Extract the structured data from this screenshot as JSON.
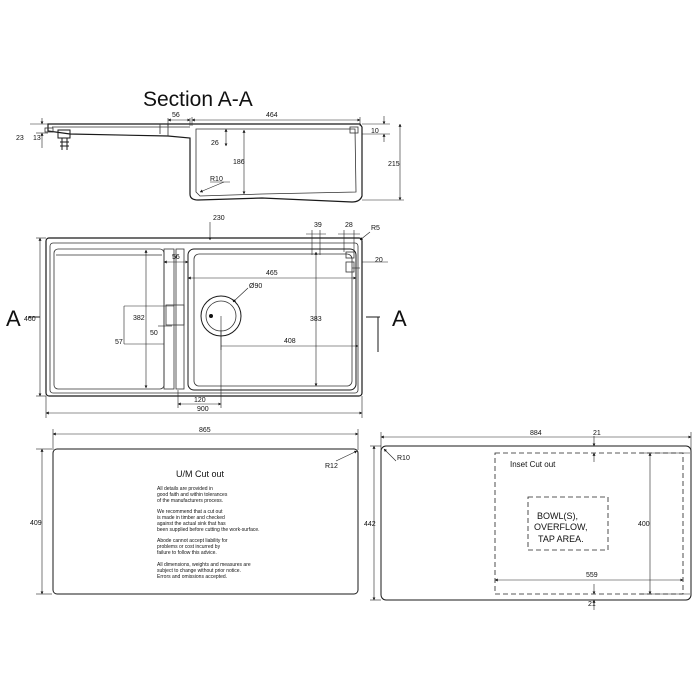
{
  "section": {
    "title": "Section A-A",
    "dims": {
      "d23": "23",
      "d13": "13",
      "d56": "56",
      "d464": "464",
      "d10": "10",
      "d26": "26",
      "d186": "186",
      "d215": "215",
      "r10": "R10"
    }
  },
  "plan": {
    "section_marker": "A",
    "dims": {
      "d230": "230",
      "d39": "39",
      "d28": "28",
      "r5": "R5",
      "d20": "20",
      "d460": "460",
      "d56": "56",
      "d465": "465",
      "d90": "Ø90",
      "d382": "382",
      "d383": "383",
      "d50": "50",
      "d57": "57",
      "d408": "408",
      "d120": "120",
      "d900": "900"
    }
  },
  "undermount": {
    "dims": {
      "d865": "865",
      "d409": "409",
      "r12": "R12"
    },
    "title": "U/M Cut out",
    "notes": [
      "All details are provided in good faith and within tolerances of the manufacturers process.",
      "We recommend that a cut out is made in timber and checked against the actual sink that has been supplied before cutting the work-surface.",
      "Abode cannot accept liability for problems or cost incurred by failure to follow this advice.",
      "All dimensions, weights and measures are subject to change without prior notice. Errors and omissions accepted."
    ]
  },
  "inset": {
    "dims": {
      "d884": "884",
      "d21": "21",
      "r10": "R10",
      "d442": "442",
      "d400": "400",
      "d559": "559",
      "d21b": "21"
    },
    "title": "Inset Cut out",
    "box_lines": [
      "BOWL(S),",
      "OVERFLOW,",
      "TAP AREA."
    ]
  }
}
